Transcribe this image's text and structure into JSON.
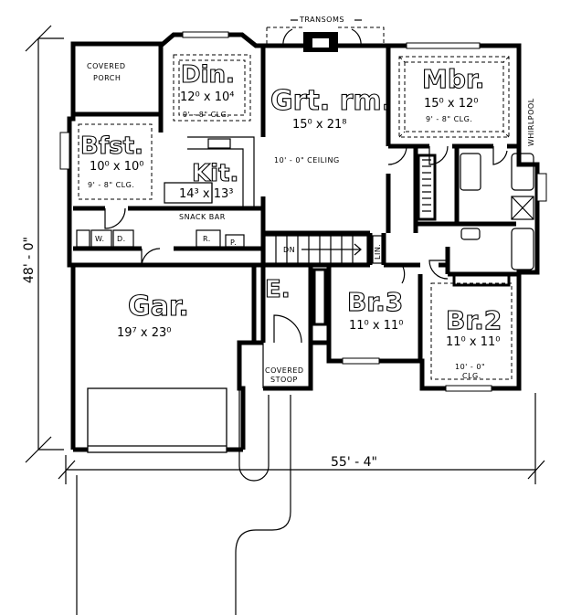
{
  "dimensions": {
    "overall_width": "55' - 4\"",
    "overall_depth": "48' - 0\""
  },
  "labels": {
    "transoms": "TRANSOMS",
    "covered_porch": [
      "COVERED",
      "PORCH"
    ],
    "covered_stoop": [
      "COVERED",
      "STOOP"
    ],
    "whirlpool": "WHIRLPOOL",
    "snack_bar": "SNACK BAR",
    "dn": "DN",
    "lin": "LIN.",
    "w": "W.",
    "d": "D.",
    "r": "R.",
    "p": "P."
  },
  "rooms": {
    "din": {
      "name": "Din.",
      "size": "12⁰ x 10⁴",
      "note": "9' - 8\" CLG."
    },
    "grt": {
      "name": "Grt. rm.",
      "size": "15⁰ x 21⁸",
      "note": "10' - 0\" CEILING"
    },
    "mbr": {
      "name": "Mbr.",
      "size": "15⁰ x 12⁰",
      "note": "9' - 8\" CLG."
    },
    "bfst": {
      "name": "Bfst.",
      "size": "10⁰ x 10⁰",
      "note": "9' - 8\" CLG."
    },
    "kit": {
      "name": "Kit.",
      "size": "14³ x 13³"
    },
    "gar": {
      "name": "Gar.",
      "size": "19⁷ x 23⁰"
    },
    "e": {
      "name": "E."
    },
    "br3": {
      "name": "Br.3",
      "size": "11⁰ x 11⁰"
    },
    "br2": {
      "name": "Br.2",
      "size": "11⁰ x 11⁰",
      "note": [
        "10' - 0\"",
        "CLG."
      ]
    }
  }
}
